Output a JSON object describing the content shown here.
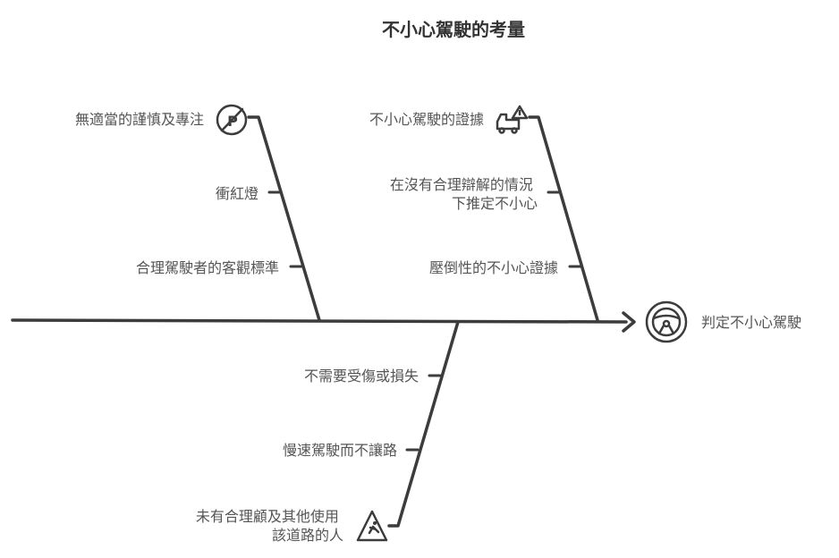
{
  "title": "不小心駕駛的考量",
  "effect": {
    "label": "判定不小心駕駛",
    "icon": "steering-wheel-icon"
  },
  "branches": [
    {
      "label": "無適當的謹慎及專注",
      "icon": "no-parking-icon",
      "causes": [
        "衝紅燈",
        "合理駕駛者的客觀標準"
      ]
    },
    {
      "label": "不小心駕駛的證據",
      "icon": "truck-warning-icon",
      "causes": [
        [
          "在沒有合理辯解的情況",
          "下推定不小心"
        ],
        "壓倒性的不小心證據"
      ]
    },
    {
      "label": [
        "未有合理顧及其他使用",
        "該道路的人"
      ],
      "icon": "pedestrian-warning-icon",
      "causes": [
        "不需要受傷或損失",
        "慢速駕駛而不讓路"
      ]
    }
  ]
}
